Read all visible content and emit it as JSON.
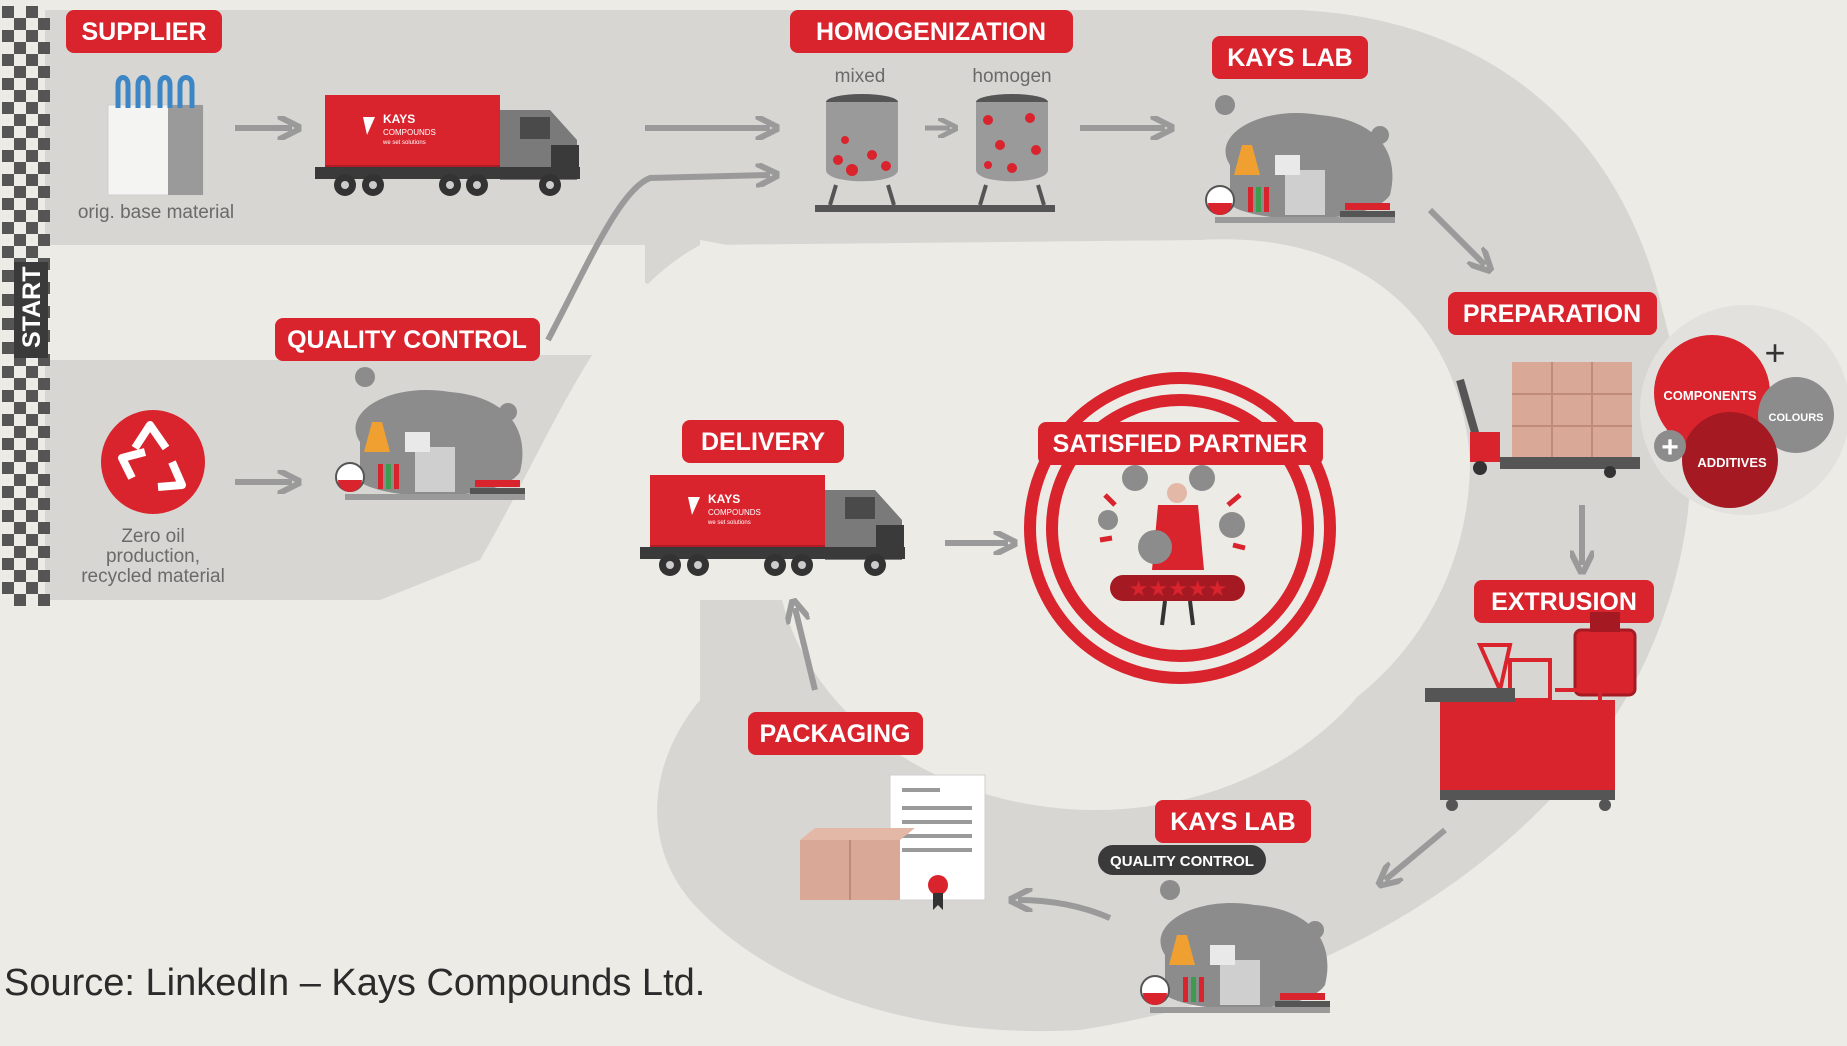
{
  "stages": {
    "start": "START",
    "supplier": "SUPPLIER",
    "homogenization": "HOMOGENIZATION",
    "kays_lab_top": "KAYS LAB",
    "quality_control": "QUALITY CONTROL",
    "preparation": "PREPARATION",
    "delivery": "DELIVERY",
    "satisfied_partner": "SATISFIED PARTNER",
    "extrusion": "EXTRUSION",
    "packaging": "PACKAGING",
    "kays_lab_bottom": "KAYS LAB",
    "kays_lab_bottom_sub": "QUALITY CONTROL"
  },
  "captions": {
    "orig_base_material": "orig. base material",
    "recycled_line1": "Zero oil",
    "recycled_line2": "production,",
    "recycled_line3": "recycled material",
    "mixed": "mixed",
    "homogen": "homogen"
  },
  "preparation_circles": {
    "components": "COMPONENTS",
    "colours": "COLOURS",
    "additives": "ADDITIVES"
  },
  "truck_brand": {
    "name": "KAYS",
    "line2": "COMPOUNDS",
    "tagline": "we set solutions"
  },
  "source": "Source: LinkedIn – Kays Compounds Ltd.",
  "colors": {
    "brand_red": "#d9232d",
    "dark_red": "#a51a22",
    "path_gray": "#d7d6d3",
    "background": "#ecebe6",
    "icon_gray": "#8c8c8c",
    "arrow_gray": "#9a9a9a"
  }
}
